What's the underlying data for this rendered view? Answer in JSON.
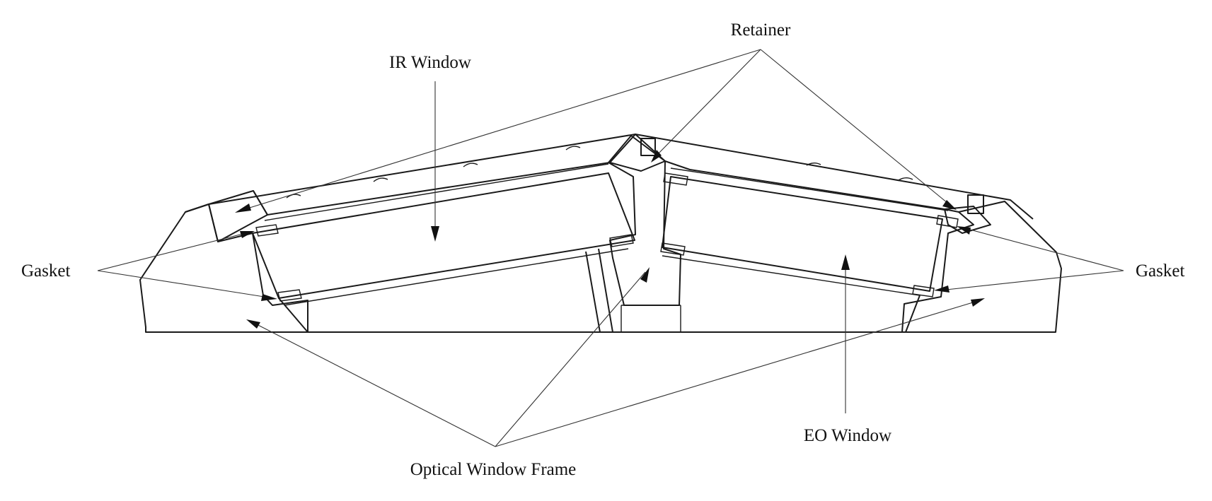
{
  "labels": {
    "retainer": "Retainer",
    "ir_window": "IR Window",
    "gasket_left": "Gasket",
    "gasket_right": "Gasket",
    "eo_window": "EO Window",
    "optical_window_frame": "Optical Window Frame"
  }
}
